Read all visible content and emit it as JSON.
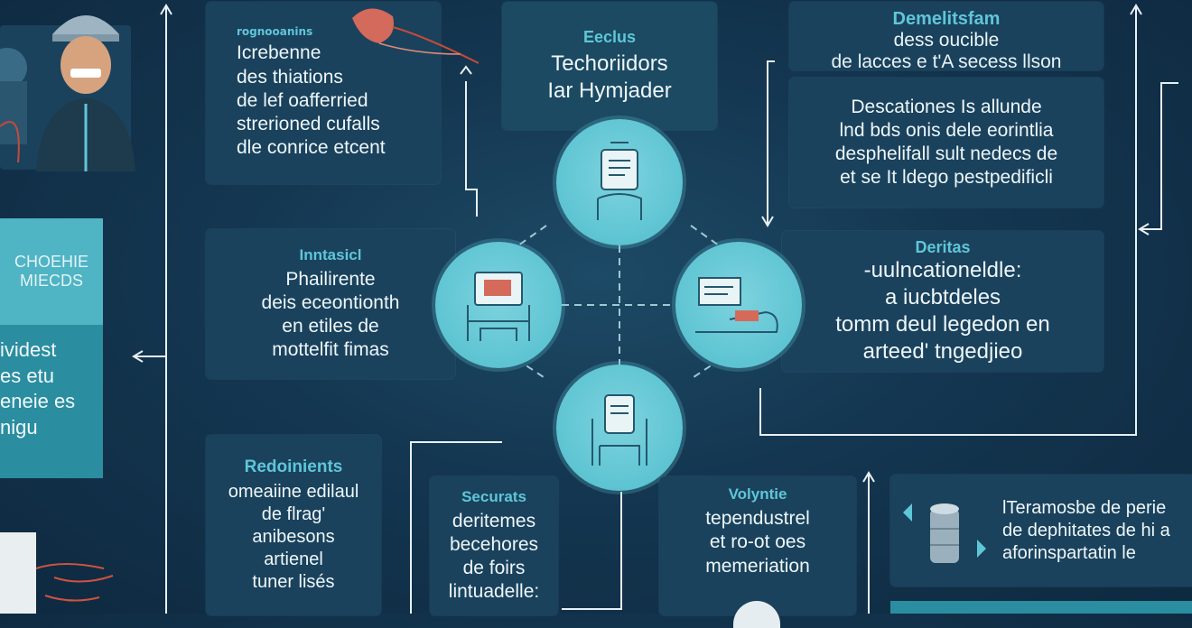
{
  "colors": {
    "background": "#143650",
    "card": "#1a425c",
    "accent": "#5fc6d8",
    "hub": "#6fcbd8",
    "text": "#eef6fa",
    "connector": "#e8f0f4"
  },
  "cards": {
    "top_left": {
      "title": "rognooanins",
      "body": "Icrebenne\ndes thiations\nde lef oafferried\nstrerioned cufalls\ndle conrice etcent"
    },
    "top_center": {
      "title": "Eeclus",
      "body": "Techoriidors\nIar Hymjader"
    },
    "top_right_header": {
      "title": "Demelitsfam",
      "body": "dess oucible\nde lacces e t'A secess llson"
    },
    "top_right": {
      "body": "Descationes Is allunde\nlnd bds onis dele eorintlia\ndesphelifall sult nedecs de\net se It ldego pestpedificli"
    },
    "mid_left": {
      "title": "Inntasicl",
      "body": "Phailirente\ndeis eceontionth\nen etiles de\nmottelfit fimas"
    },
    "mid_right": {
      "title": "Deritas",
      "body": "-uulncationeldle:\na iucbtdeles\ntomm deul legedon en\narteed' tngedjieo"
    },
    "bottom_left": {
      "title": "Redoinients",
      "body": "omeaiine edilaul\nde flrag'\nanibesons\nartienel\ntuner lisés"
    },
    "bottom_center_left": {
      "title": "Securats",
      "body": "deritemes\nbecehores\nde foirs\nlintuadelle:"
    },
    "bottom_center_right": {
      "title": "Volyntie",
      "body": "tependustrel\net ro-ot oes\nmemeriation"
    },
    "bottom_right": {
      "body": "lTeramosbe de perie\nde dephitates de hi a\naforinspartatin le"
    }
  },
  "left_panel": {
    "top_text": "CHOEHIE\nMIECDS",
    "bottom_text": "ividest\nes etu\neneie es\nnigu"
  },
  "icons": {
    "hub_top": "device-desk-icon",
    "hub_left": "screen-workstation-icon",
    "hub_right": "reclining-user-icon",
    "hub_bottom": "robot-chair-icon",
    "bottom_right": "server-cylinder-icon"
  }
}
